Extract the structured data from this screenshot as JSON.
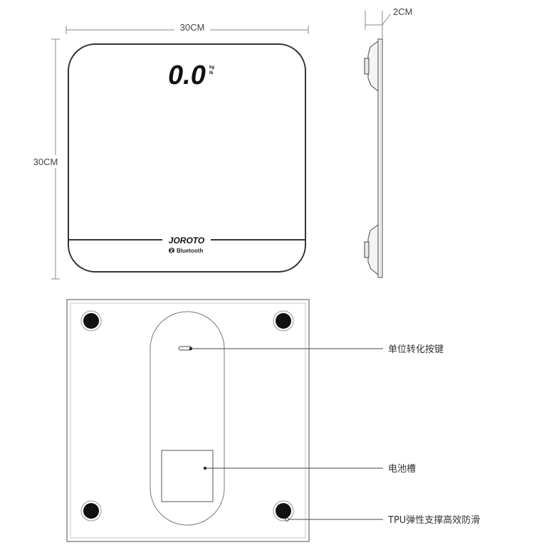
{
  "dimensions": {
    "width_label": "30CM",
    "height_label": "30CM",
    "thickness_label": "2CM"
  },
  "display": {
    "reading": "0.0",
    "unit_kg": "kg",
    "unit_lb": "lb"
  },
  "brand": {
    "logo": "JOROTO",
    "connectivity": "Bluetooth"
  },
  "callouts": {
    "unit_button": "单位转化按键",
    "battery": "电池槽",
    "feet": "TPU弹性支撑高效防滑"
  },
  "colors": {
    "line": "#333333",
    "dim_line": "#888888",
    "foot": "#111111"
  }
}
